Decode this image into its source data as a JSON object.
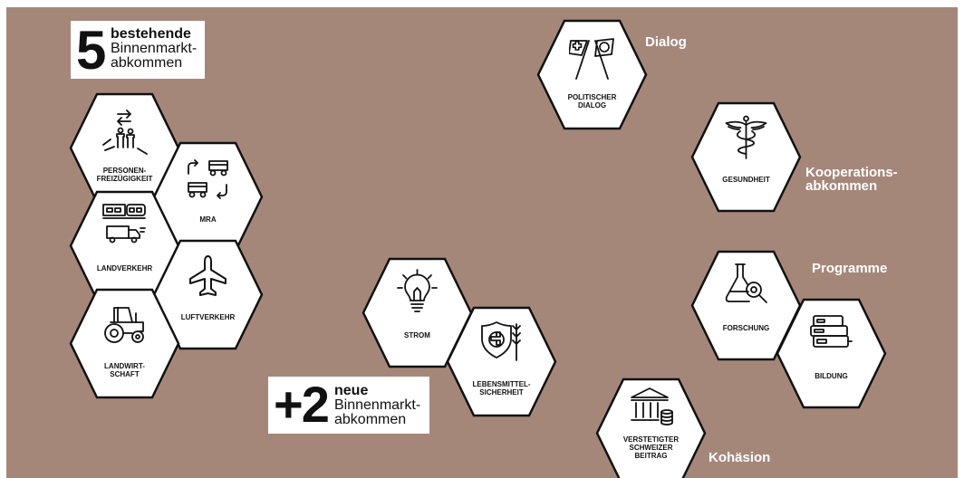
{
  "headline_existing": {
    "number": "5",
    "bold": "bestehende",
    "line1": "Binnenmarkt-",
    "line2": "abkommen"
  },
  "headline_new": {
    "number": "+2",
    "bold": "neue",
    "line1": "Binnenmarkt-",
    "line2": "abkommen"
  },
  "section_labels": {
    "dialog": "Dialog",
    "kooperation_line1": "Kooperations-",
    "kooperation_line2": "abkommen",
    "programme": "Programme",
    "kohaesion": "Kohäsion"
  },
  "hexagons": [
    {
      "id": "personen",
      "icon": "people-crossing-border-icon",
      "lines": [
        "PERSONEN-",
        "FREIZÜGIGKEIT"
      ]
    },
    {
      "id": "mra",
      "icon": "food-trucks-exchange-icon",
      "lines": [
        "MRA"
      ]
    },
    {
      "id": "landverkehr",
      "icon": "train-and-truck-icon",
      "lines": [
        "LANDVERKEHR"
      ]
    },
    {
      "id": "luftverkehr",
      "icon": "airplane-icon",
      "lines": [
        "LUFTVERKEHR"
      ]
    },
    {
      "id": "landwirtschaft",
      "icon": "tractor-icon",
      "lines": [
        "LANDWIRT-",
        "SCHAFT"
      ]
    },
    {
      "id": "strom",
      "icon": "light-bulb-icon",
      "lines": [
        "STROM"
      ]
    },
    {
      "id": "lebensmittel",
      "icon": "shield-wheat-icon",
      "lines": [
        "LEBENSMITTEL-",
        "SICHERHEIT"
      ]
    },
    {
      "id": "dialog",
      "icon": "swiss-eu-flags-icon",
      "lines": [
        "POLITISCHER",
        "DIALOG"
      ]
    },
    {
      "id": "gesundheit",
      "icon": "caduceus-icon",
      "lines": [
        "GESUNDHEIT"
      ]
    },
    {
      "id": "forschung",
      "icon": "flask-magnifier-icon",
      "lines": [
        "FORSCHUNG"
      ]
    },
    {
      "id": "bildung",
      "icon": "books-icon",
      "lines": [
        "BILDUNG"
      ]
    },
    {
      "id": "kohaesion",
      "icon": "bank-coins-icon",
      "lines": [
        "VERSTETIGTER",
        "SCHWEIZER",
        "BEITRAG"
      ]
    }
  ],
  "colors": {
    "background": "#a5877a",
    "hex_fill": "#ffffff",
    "hex_stroke": "#111111",
    "label_text": "#ffffff"
  }
}
